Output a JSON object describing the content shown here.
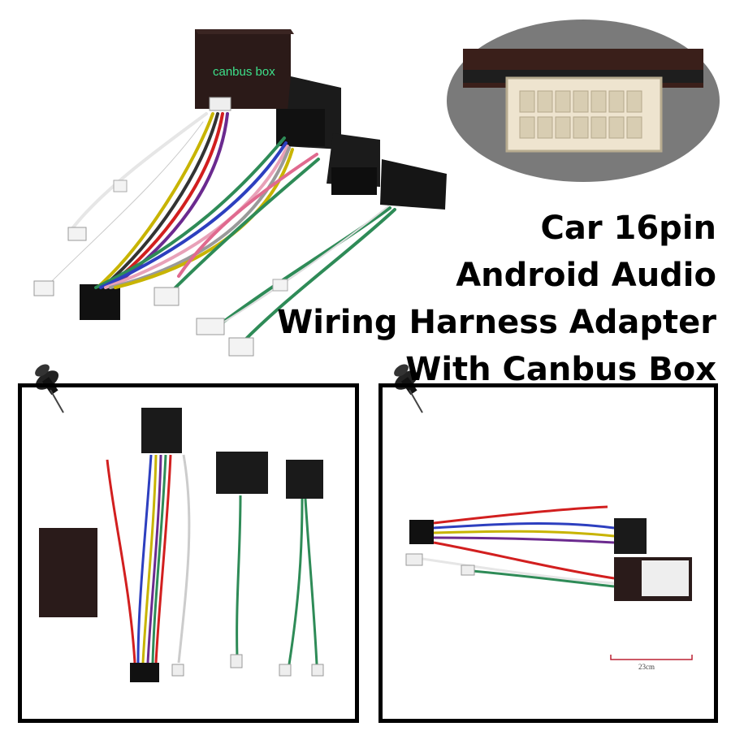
{
  "title_lines": [
    "Car 16pin",
    "Android Audio",
    "Wiring Harness Adapter",
    "With Canbus Box"
  ],
  "canbus_label": "canbus box",
  "scale_label": "23cm",
  "colors": {
    "title_text": "#000000",
    "canbus_label": "#3de08a",
    "box_body": "#2b1a18",
    "frame": "#000000"
  },
  "icons": [
    "push-pin-icon",
    "push-pin-icon"
  ]
}
